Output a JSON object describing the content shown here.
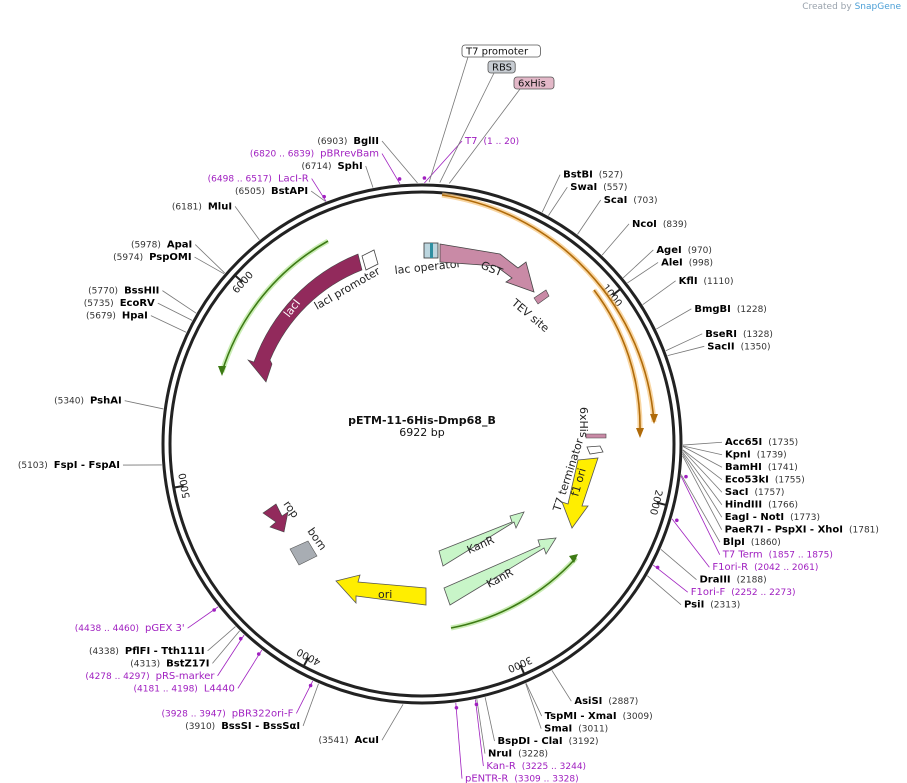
{
  "credit": {
    "prefix": "Created by",
    "brand": "SnapGene"
  },
  "plasmid": {
    "name": "pETM-11-6His-Dmp68_B",
    "length": "6922 bp",
    "total_bp": 6922
  },
  "colors": {
    "primer": "#a020c0",
    "enzyme": "#000000",
    "number": "#333333",
    "orange": "#f0a020",
    "green": "#6abf2a",
    "maroon": "#922a5c",
    "pink": "#c98aa6",
    "yellow": "#ffee00",
    "mint": "#c8f5c8",
    "grey": "#a8adb3"
  },
  "ticks": [
    {
      "bp": 1000,
      "label": "1000"
    },
    {
      "bp": 2000,
      "label": "2000"
    },
    {
      "bp": 3000,
      "label": "3000"
    },
    {
      "bp": 4000,
      "label": "4000"
    },
    {
      "bp": 5000,
      "label": "5000"
    },
    {
      "bp": 6000,
      "label": "6000"
    }
  ],
  "sites": [
    {
      "bp": 527,
      "name": "BstBI",
      "pos": "(527)"
    },
    {
      "bp": 557,
      "name": "SwaI",
      "pos": "(557)"
    },
    {
      "bp": 703,
      "name": "ScaI",
      "pos": "(703)"
    },
    {
      "bp": 839,
      "name": "NcoI",
      "pos": "(839)"
    },
    {
      "bp": 970,
      "name": "AgeI",
      "pos": "(970)"
    },
    {
      "bp": 998,
      "name": "AleI",
      "pos": "(998)"
    },
    {
      "bp": 1110,
      "name": "KflI",
      "pos": "(1110)"
    },
    {
      "bp": 1228,
      "name": "BmgBI",
      "pos": "(1228)"
    },
    {
      "bp": 1328,
      "name": "BseRI",
      "pos": "(1328)"
    },
    {
      "bp": 1350,
      "name": "SacII",
      "pos": "(1350)"
    },
    {
      "bp": 1735,
      "name": "Acc65I",
      "pos": "(1735)"
    },
    {
      "bp": 1739,
      "name": "KpnI",
      "pos": "(1739)"
    },
    {
      "bp": 1741,
      "name": "BamHI",
      "pos": "(1741)"
    },
    {
      "bp": 1755,
      "name": "Eco53kI",
      "pos": "(1755)"
    },
    {
      "bp": 1757,
      "name": "SacI",
      "pos": "(1757)"
    },
    {
      "bp": 1766,
      "name": "HindIII",
      "pos": "(1766)"
    },
    {
      "bp": 1773,
      "name": "EagI - NotI",
      "pos": "(1773)"
    },
    {
      "bp": 1781,
      "name": "PaeR7I - PspXI - XhoI",
      "pos": "(1781)"
    },
    {
      "bp": 1860,
      "name": "BlpI",
      "pos": "(1860)"
    },
    {
      "bp": 2188,
      "name": "DraIII",
      "pos": "(2188)"
    },
    {
      "bp": 2313,
      "name": "PsiI",
      "pos": "(2313)"
    },
    {
      "bp": 2887,
      "name": "AsiSI",
      "pos": "(2887)"
    },
    {
      "bp": 3009,
      "name": "TspMI - XmaI",
      "pos": "(3009)"
    },
    {
      "bp": 3011,
      "name": "SmaI",
      "pos": "(3011)"
    },
    {
      "bp": 3192,
      "name": "BspDI - ClaI",
      "pos": "(3192)"
    },
    {
      "bp": 3228,
      "name": "NruI",
      "pos": "(3228)"
    },
    {
      "bp": 3541,
      "name": "AcuI",
      "pos": "(3541)"
    },
    {
      "bp": 3910,
      "name": "BssSI - BssSαI",
      "pos": "(3910)"
    },
    {
      "bp": 4313,
      "name": "BstZ17I",
      "pos": "(4313)"
    },
    {
      "bp": 4338,
      "name": "PflFI - Tth111I",
      "pos": "(4338)"
    },
    {
      "bp": 5103,
      "name": "FspI - FspAI",
      "pos": "(5103)"
    },
    {
      "bp": 5340,
      "name": "PshAI",
      "pos": "(5340)"
    },
    {
      "bp": 5679,
      "name": "HpaI",
      "pos": "(5679)"
    },
    {
      "bp": 5735,
      "name": "EcoRV",
      "pos": "(5735)"
    },
    {
      "bp": 5770,
      "name": "BssHII",
      "pos": "(5770)"
    },
    {
      "bp": 5974,
      "name": "PspOMI",
      "pos": "(5974)"
    },
    {
      "bp": 5978,
      "name": "ApaI",
      "pos": "(5978)"
    },
    {
      "bp": 6181,
      "name": "MluI",
      "pos": "(6181)"
    },
    {
      "bp": 6505,
      "name": "BstAPI",
      "pos": "(6505)"
    },
    {
      "bp": 6714,
      "name": "SphI",
      "pos": "(6714)"
    },
    {
      "bp": 6903,
      "name": "BglII",
      "pos": "(6903)"
    }
  ],
  "primers": [
    {
      "bp": 10,
      "name": "T7",
      "range": "(1 .. 20)"
    },
    {
      "bp": 1866,
      "name": "T7 Term",
      "range": "(1857 .. 1875)"
    },
    {
      "bp": 2051,
      "name": "F1ori-R",
      "range": "(2042 .. 2061)"
    },
    {
      "bp": 2262,
      "name": "F1ori-F",
      "range": "(2252 .. 2273)"
    },
    {
      "bp": 3234,
      "name": "Kan-R",
      "range": "(3225 .. 3244)"
    },
    {
      "bp": 3318,
      "name": "pENTR-R",
      "range": "(3309 .. 3328)"
    },
    {
      "bp": 3937,
      "name": "pBR322ori-F",
      "range": "(3928 .. 3947)"
    },
    {
      "bp": 4189,
      "name": "L4440",
      "range": "(4181 .. 4198)"
    },
    {
      "bp": 4287,
      "name": "pRS-marker",
      "range": "(4278 .. 4297)"
    },
    {
      "bp": 4449,
      "name": "pGEX 3'",
      "range": "(4438 .. 4460)"
    },
    {
      "bp": 6507,
      "name": "LacI-R",
      "range": "(6498 .. 6517)"
    },
    {
      "bp": 6829,
      "name": "pBRrevBam",
      "range": "(6820 .. 6839)"
    }
  ],
  "top_features": [
    {
      "bp": 30,
      "name": "T7 promoter",
      "fill": "#ffffff"
    },
    {
      "bp": 75,
      "name": "RBS",
      "fill": "#c7ccd2"
    },
    {
      "bp": 115,
      "name": "6xHis",
      "fill": "#e3b8c8"
    }
  ],
  "inner_features": {
    "lac_operator": "lac operator",
    "gst": "GST",
    "tev_site": "TEV site",
    "his6": "6xHis",
    "t7_terminator": "T7 terminator",
    "f1_ori": "f1 ori",
    "kanr": "KanR",
    "ori": "ori",
    "rop": "rop",
    "bom": "bom",
    "laci": "lacI",
    "laci_promoter": "lacI promoter"
  }
}
